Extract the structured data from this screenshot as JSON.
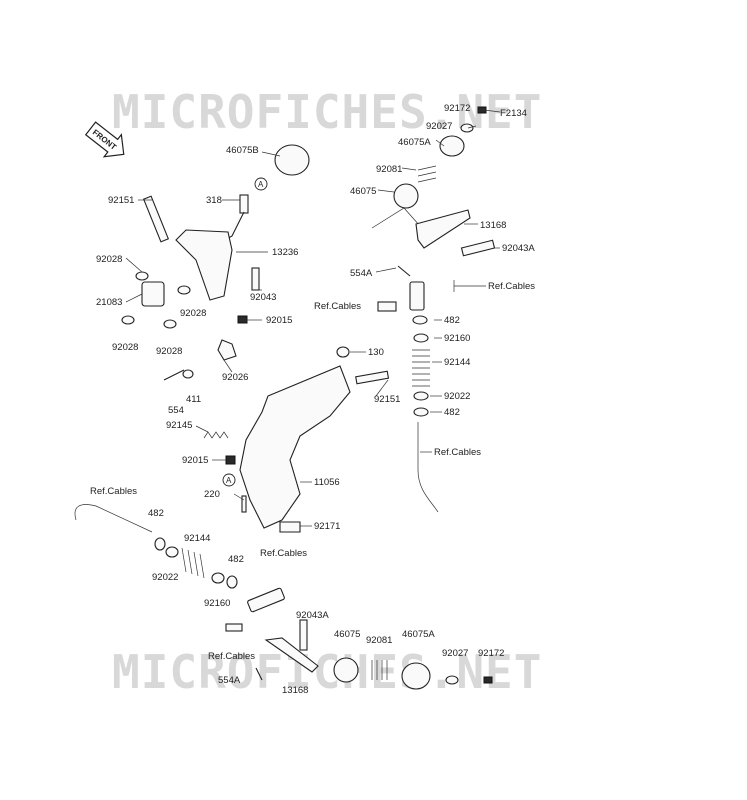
{
  "watermark": {
    "text": "MICROFICHES.NET"
  },
  "front_arrow": {
    "label": "FRONT"
  },
  "callout_marker": "A",
  "labels": {
    "p46075B": "46075B",
    "p318": "318",
    "p92151_top": "92151",
    "p13236": "13236",
    "p92028_a": "92028",
    "p21083": "21083",
    "p92028_b": "92028",
    "p92028_c": "92028",
    "p92028_d": "92028",
    "p92043_a": "92043",
    "p92015_a": "92015",
    "p92026": "92026",
    "p411": "411",
    "p554": "554",
    "p92172_top": "92172",
    "pF2134": "F2134",
    "p92027_top": "92027",
    "p46075A_top": "46075A",
    "p92081_top": "92081",
    "p46075_top": "46075",
    "p13168_top": "13168",
    "p92043A_top": "92043A",
    "p554A_top": "554A",
    "ref_cables_1": "Ref.Cables",
    "ref_cables_2": "Ref.Cables",
    "p482_a": "482",
    "p92160_a": "92160",
    "p92144_a": "92144",
    "p92022_a": "92022",
    "p482_b": "482",
    "ref_cables_3": "Ref.Cables",
    "p130": "130",
    "p92151_mid": "92151",
    "p92145": "92145",
    "p92015_b": "92015",
    "p220": "220",
    "p11056": "11056",
    "p92171": "92171",
    "ref_cables_4": "Ref.Cables",
    "p482_c": "482",
    "p92144_b": "92144",
    "p92022_b": "92022",
    "p482_d": "482",
    "ref_cables_5": "Ref.Cables",
    "p92160_b": "92160",
    "p92043A_bot": "92043A",
    "p46075_bot": "46075",
    "p92081_bot": "92081",
    "p46075A_bot": "46075A",
    "p92027_bot": "92027",
    "p92172_bot": "92172",
    "ref_cables_6": "Ref.Cables",
    "p554A_bot": "554A",
    "p13168_bot": "13168"
  }
}
